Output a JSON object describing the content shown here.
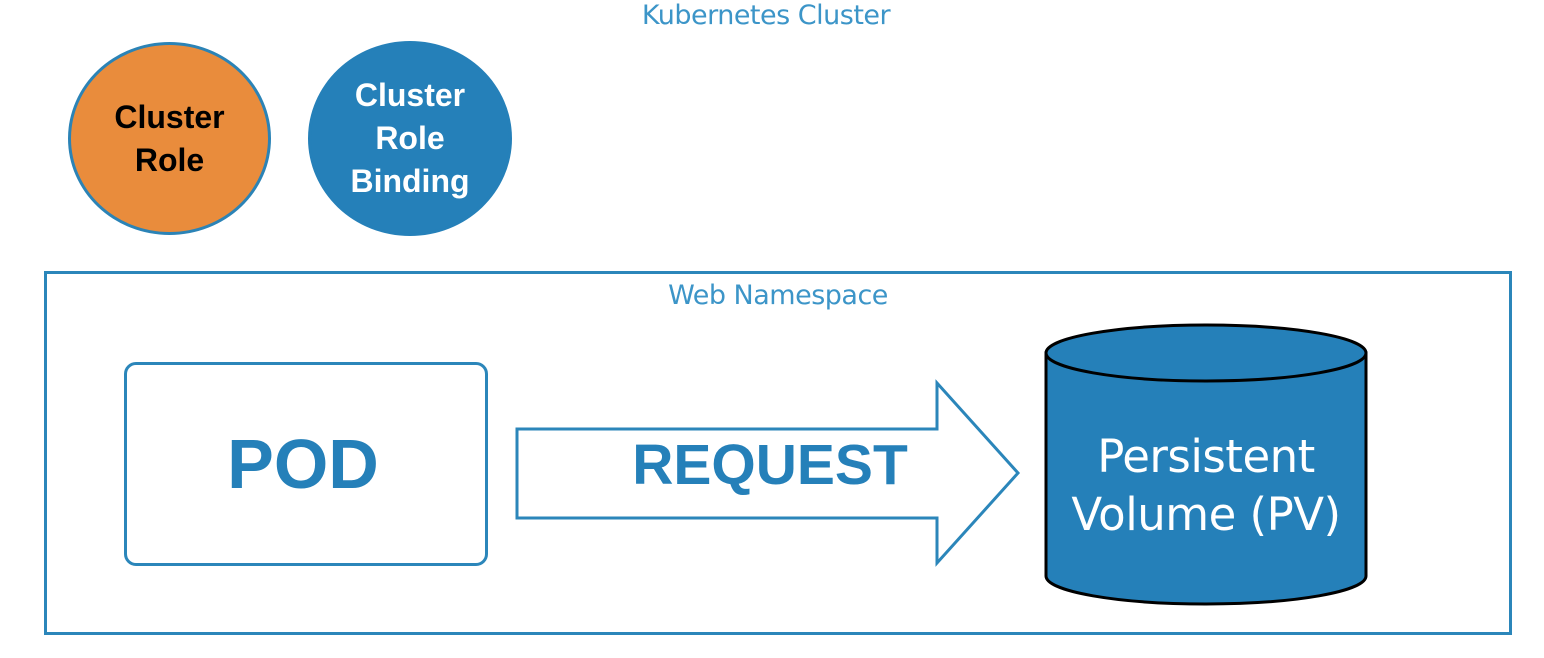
{
  "cluster": {
    "title": "Kubernetes Cluster"
  },
  "cluster_role": {
    "label": "Cluster\nRole",
    "fill": "#e98c3c"
  },
  "cluster_role_binding": {
    "label": "Cluster\nRole\nBinding",
    "fill": "#2580b9"
  },
  "namespace": {
    "title": "Web Namespace"
  },
  "pod": {
    "label": "POD"
  },
  "request": {
    "label": "REQUEST"
  },
  "persistent_volume": {
    "label": "Persistent\nVolume (PV)",
    "fill": "#2580b9"
  },
  "colors": {
    "accent_blue": "#2b86ba",
    "title_blue": "#3c95c8",
    "orange": "#e98c3c"
  }
}
